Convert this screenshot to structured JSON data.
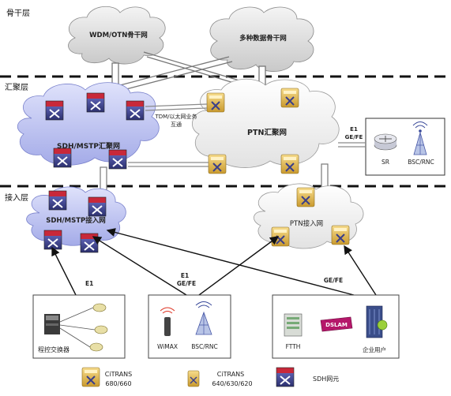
{
  "layers": {
    "backbone": "骨干层",
    "aggregation": "汇聚层",
    "access": "接入层"
  },
  "clouds": {
    "wdm": "WDM/OTN骨干网",
    "multi": "多种数据骨干网",
    "sdh_agg": "SDH/MSTP汇聚网",
    "ptn_agg": "PTN汇聚网",
    "sdh_acc": "SDH/MSTP接入网",
    "ptn_acc": "PTN接入网"
  },
  "tdm_note": [
    "TDM/以太网业务",
    "互通"
  ],
  "link_labels": {
    "e1_agg": "E1",
    "gefe_agg": "GE/FE",
    "e1_left": "E1",
    "e1_mid": "E1",
    "gefe_mid": "GE/FE",
    "gefe_right": "GE/FE"
  },
  "devices": {
    "sr": "SR",
    "bsc_agg": "BSC/RNC",
    "pbx": "程控交换器",
    "wimax": "WiMAX",
    "bsc_acc": "BSC/RNC",
    "ftth": "FTTH",
    "dslam": "DSLAM",
    "enterprise": "企业用户"
  },
  "legend": {
    "citrans1_a": "CiTRANS",
    "citrans1_b": "680/660",
    "citrans2_a": "CiTRANS",
    "citrans2_b": "640/630/620",
    "sdh": "SDH网元"
  },
  "colors": {
    "sdh_cloud": "#b9bff0",
    "ptn_cloud": "#f3f3f3",
    "backbone_cloud": "#dddddd",
    "sdh_box": "#3a3f8a",
    "ptn_box": "#e0b94a",
    "sdh_red": "#c8283a"
  }
}
